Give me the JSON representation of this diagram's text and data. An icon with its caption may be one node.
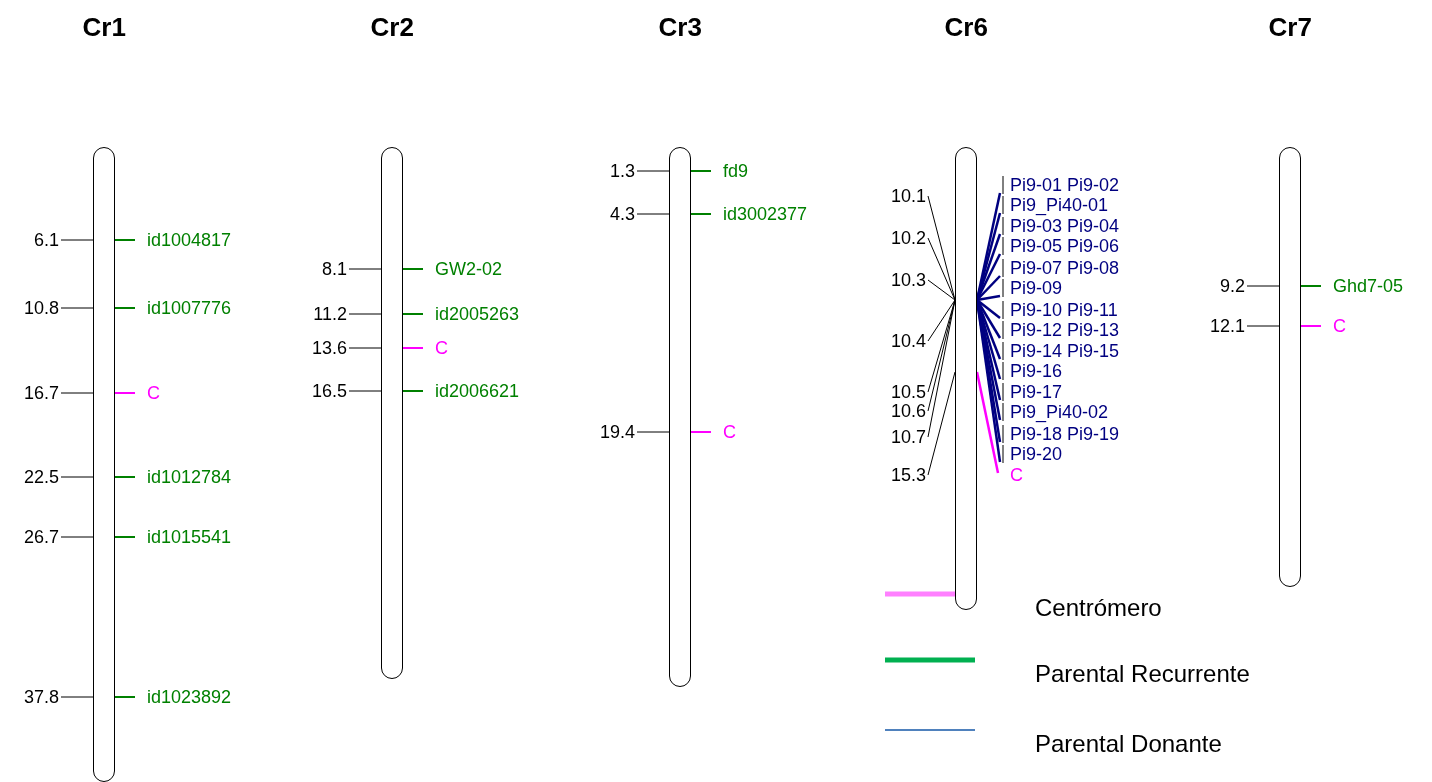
{
  "diagram": {
    "nodes": [
      {
        "text": [
          "Cr1"
        ],
        "beside": [
          "6.1",
          "id1004817",
          "10.8",
          "id1007776",
          "16.7",
          "C",
          "22.5",
          "id1012784",
          "26.7",
          "id1015541",
          "37.8",
          "id1023892"
        ]
      },
      {
        "text": [
          "Cr2"
        ],
        "beside": [
          "8.1",
          "GW2-02",
          "11.2",
          "id2005263",
          "13.6",
          "C",
          "16.5",
          "id2006621"
        ]
      },
      {
        "text": [
          "Cr3"
        ],
        "beside": [
          "1.3",
          "fd9",
          "4.3",
          "id3002377",
          "19.4",
          "C"
        ]
      },
      {
        "text": [
          "Cr6"
        ],
        "beside": [
          "10.1",
          "10.2",
          "10.3",
          "10.4",
          "10.5",
          "10.6",
          "10.7",
          "15.3",
          "Pi9-01 Pi9-02",
          "Pi9_Pi40-01",
          "Pi9-03 Pi9-04",
          "Pi9-05 Pi9-06",
          "Pi9-07 Pi9-08",
          "Pi9-09",
          "Pi9-10 Pi9-11",
          "Pi9-12 Pi9-13",
          "Pi9-14 Pi9-15",
          "Pi9-16",
          "Pi9-17",
          "Pi9_Pi40-02",
          "Pi9-18 Pi9-19",
          "Pi9-20",
          "C"
        ]
      },
      {
        "text": [
          "Cr7"
        ],
        "beside": [
          "9.2",
          "Ghd7-05",
          "12.1",
          "C"
        ]
      }
    ],
    "legend": [
      {
        "text": "Centrómero"
      },
      {
        "text": "Parental Recurrente"
      },
      {
        "text": "Parental Donante"
      }
    ]
  }
}
